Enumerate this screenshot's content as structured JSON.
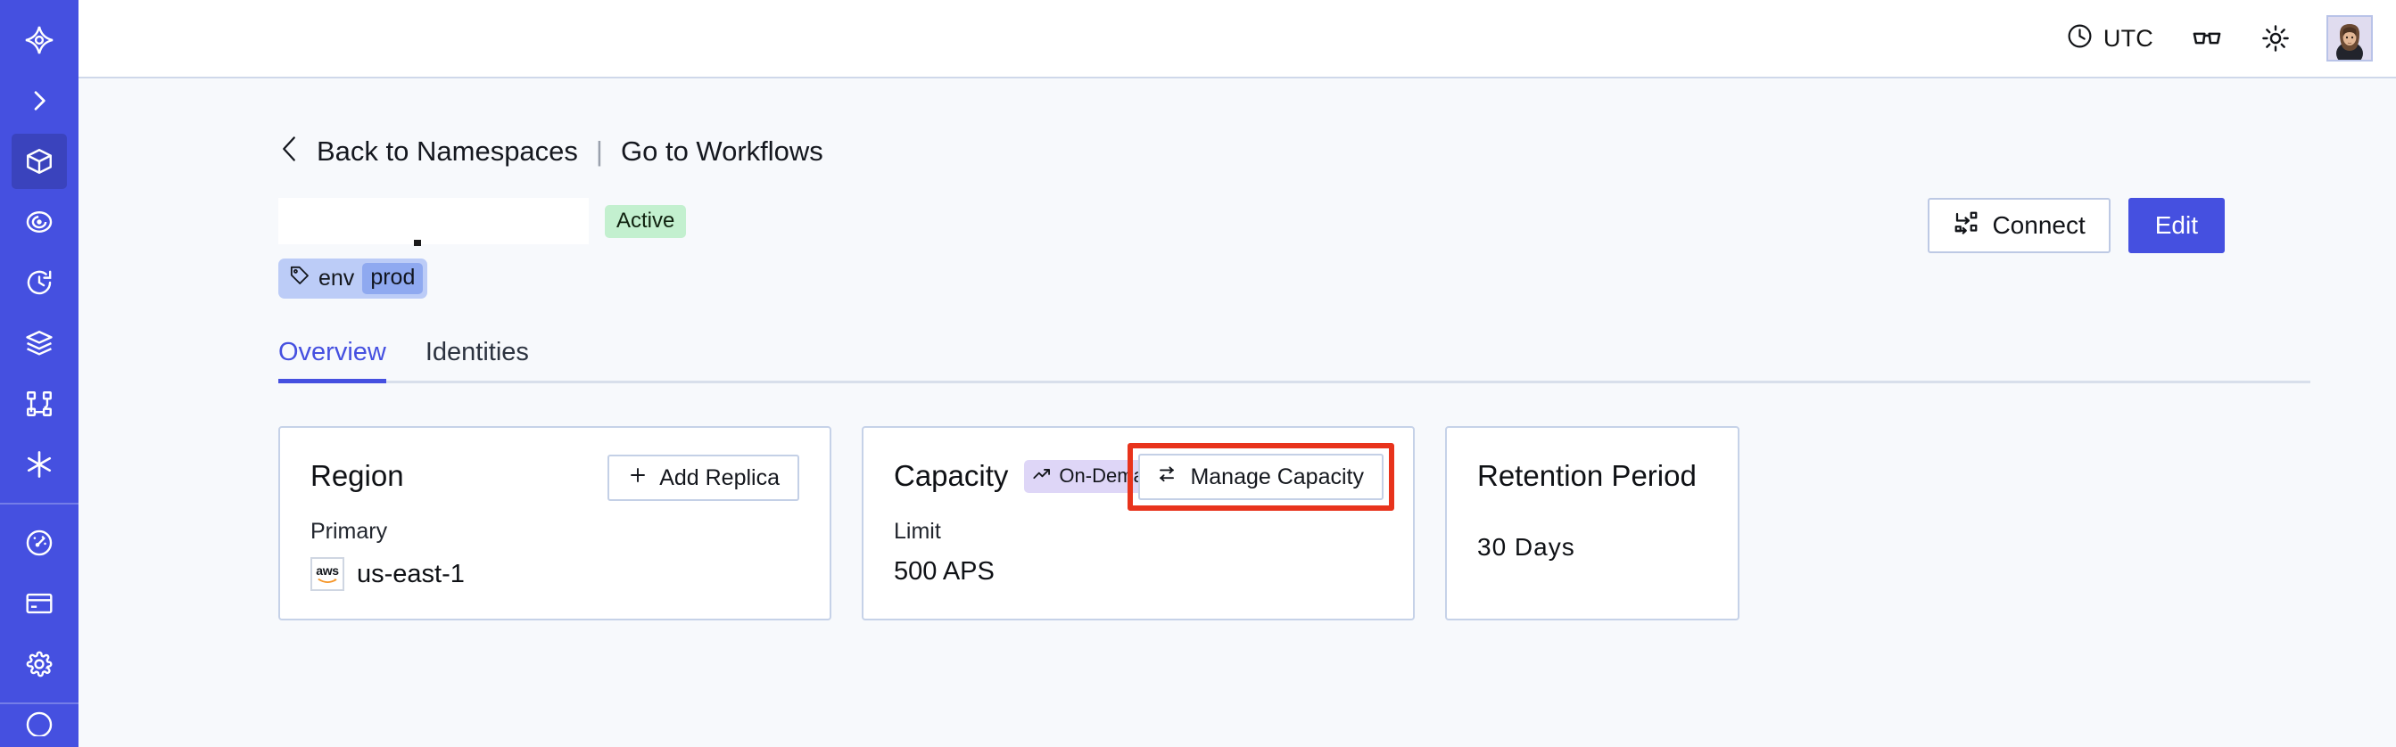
{
  "sidebar": {
    "brand_icon": "temporal-logo-icon",
    "collapse_icon": "chevron-right-icon",
    "items": [
      {
        "icon": "cube-icon",
        "name": "namespaces",
        "active": true
      },
      {
        "icon": "eye-icon",
        "name": "observability",
        "active": false
      },
      {
        "icon": "history-icon",
        "name": "schedules",
        "active": false
      },
      {
        "icon": "layers-icon",
        "name": "batch-operations",
        "active": false
      },
      {
        "icon": "sitemap-icon",
        "name": "workflows",
        "active": false
      },
      {
        "icon": "asterisk-icon",
        "name": "nexus",
        "active": false
      }
    ],
    "bottom_items": [
      {
        "icon": "gauge-icon",
        "name": "usage"
      },
      {
        "icon": "credit-card-icon",
        "name": "billing"
      },
      {
        "icon": "gear-icon",
        "name": "settings"
      }
    ]
  },
  "topbar": {
    "timezone_icon": "clock-icon",
    "timezone_label": "UTC",
    "glasses_icon": "glasses-icon",
    "theme_icon": "sun-icon",
    "avatar_name": "user-avatar"
  },
  "breadcrumb": {
    "back_icon": "chevron-left-icon",
    "back_label": "Back to Namespaces",
    "divider": "|",
    "forward_label": "Go to Workflows"
  },
  "header": {
    "title": "",
    "status_badge": "Active",
    "tag": {
      "icon": "tag-icon",
      "key": "env",
      "value": "prod"
    },
    "connect_label": "Connect",
    "connect_icon": "workflow-connect-icon",
    "edit_label": "Edit"
  },
  "tabs": [
    {
      "label": "Overview",
      "active": true
    },
    {
      "label": "Identities",
      "active": false
    }
  ],
  "cards": {
    "region": {
      "title": "Region",
      "action_label": "Add Replica",
      "action_icon": "plus-icon",
      "label": "Primary",
      "provider_icon": "aws-logo-icon",
      "value": "us-east-1"
    },
    "capacity": {
      "title": "Capacity",
      "badge_icon": "trending-up-icon",
      "badge_label": "On-Demand",
      "action_label": "Manage Capacity",
      "action_icon": "sliders-icon",
      "label": "Limit",
      "value": "500 APS",
      "highlight_color": "#e8331c"
    },
    "retention": {
      "title": "Retention Period",
      "value": "30 Days"
    }
  },
  "colors": {
    "sidebar": "#4550e0",
    "accent": "#4550e0",
    "page_bg": "#f7f9fc",
    "status_green": "#c3f0cf",
    "badge_lavender": "#ded6f7",
    "tag_blue": "#bcccf7",
    "highlight_red": "#e8331c"
  }
}
